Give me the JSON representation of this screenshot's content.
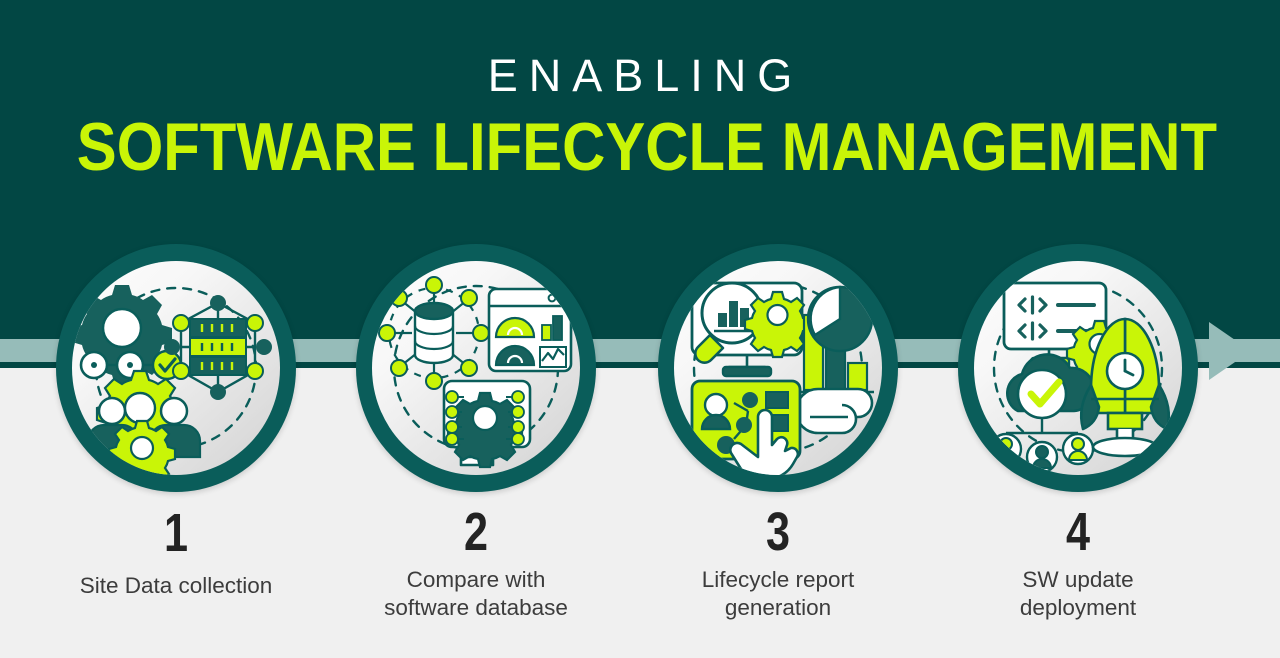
{
  "theme": {
    "background_dark": "#024744",
    "background_light": "#f0f0f0",
    "accent_lime": "#c9f507",
    "ring_teal": "#0a5d5a",
    "arrow_sage": "#96bcb9",
    "number_color": "#232323",
    "caption_color": "#3c3c3c",
    "headline_color": "#c9f507",
    "eyebrow_color": "#ffffff"
  },
  "header": {
    "eyebrow": "ENABLING",
    "headline": "SOFTWARE LIFECYCLE MANAGEMENT"
  },
  "flow": {
    "arrow_direction": "right",
    "arrow_label": "process-flow-arrow"
  },
  "steps": [
    {
      "number": "1",
      "caption": "Site Data collection",
      "icon_name": "gears-people-network-icon",
      "icon_elements": [
        "large-gear",
        "lime-gear",
        "small-gear",
        "checkmark-badge",
        "person-figure",
        "server-stack",
        "node-network",
        "dashed-orbit"
      ]
    },
    {
      "number": "2",
      "caption": "Compare with\nsoftware database",
      "icon_name": "database-dashboard-monitor-icon",
      "icon_elements": [
        "database-cylinder",
        "node-network",
        "dashboard-window",
        "bar-chart",
        "line-chart",
        "gauge",
        "monitor-with-gear",
        "dashed-orbit"
      ]
    },
    {
      "number": "3",
      "caption": "Lifecycle report\ngeneration",
      "icon_name": "report-analytics-hand-icon",
      "icon_elements": [
        "monitor-with-magnifier",
        "bar-chart",
        "gear",
        "pie-chart",
        "hand-offering",
        "lime-dashboard-panel",
        "pointer-hand",
        "dashed-orbit"
      ]
    },
    {
      "number": "4",
      "caption": "SW update\ndeployment",
      "icon_name": "code-deploy-rocket-icon",
      "icon_elements": [
        "code-monitor",
        "gear",
        "cloud-with-checkmark",
        "user-avatars",
        "rocket",
        "clock",
        "dashed-orbit"
      ]
    }
  ]
}
